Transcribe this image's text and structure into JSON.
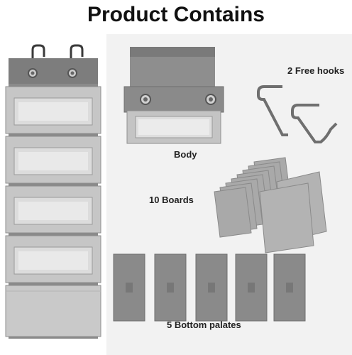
{
  "header": {
    "title": "Product Contains"
  },
  "labels": {
    "body": "Body",
    "hooks": "2 Free hooks",
    "boards": "10 Boards",
    "palates": "5 Bottom palates"
  },
  "counts": {
    "hooks": 2,
    "boards": 10,
    "palates": 5,
    "pockets": 5
  },
  "colors": {
    "fabric": "#9c9c9c",
    "fabric_dark": "#7d7d7d",
    "fabric_light": "#c9c9c9",
    "window": "#d8d8d8",
    "panel": "#f2f2f2",
    "hook": "#6f6f6f"
  }
}
